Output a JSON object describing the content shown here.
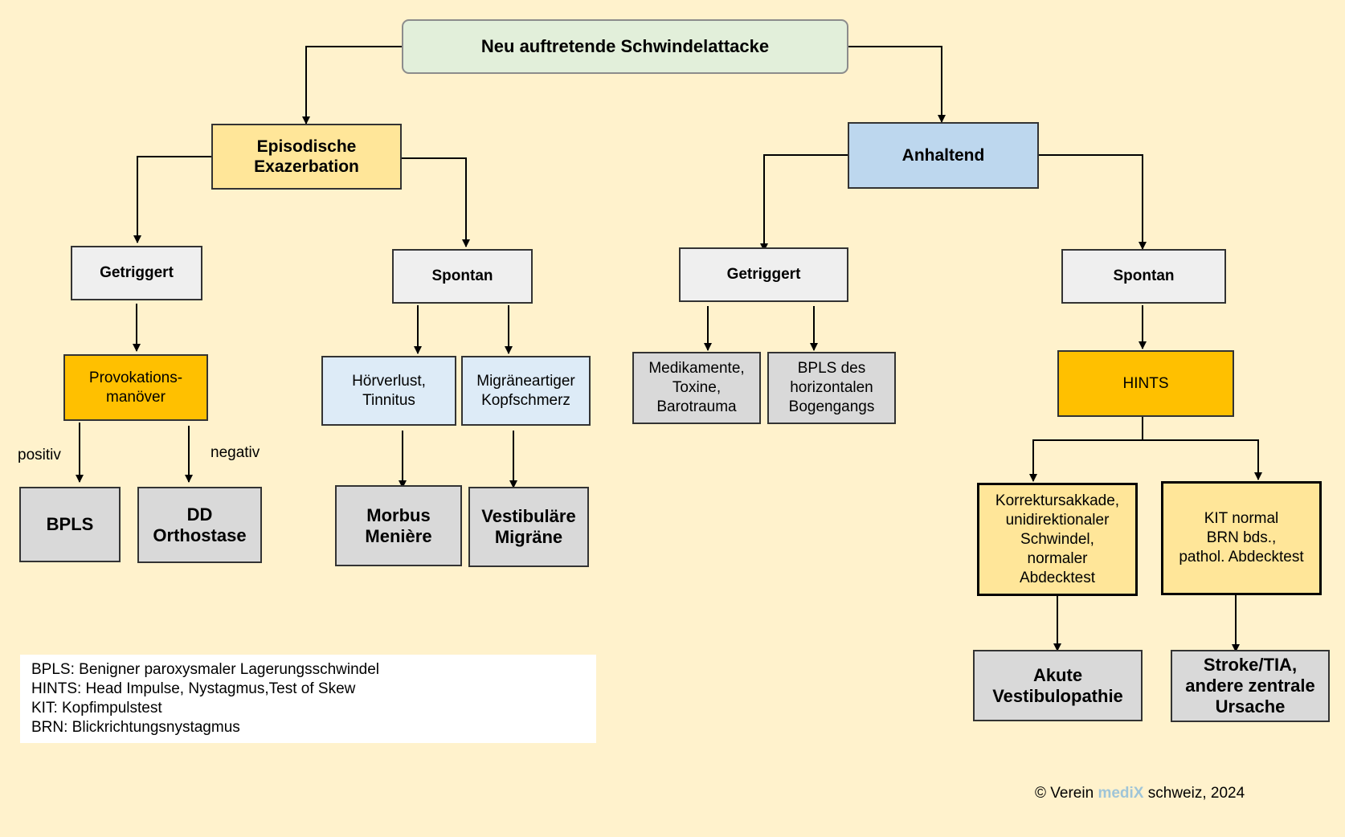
{
  "root": {
    "label": "Neu auftretende Schwindelattacke"
  },
  "branches": {
    "episodic": {
      "label": "Episodische\nExazerbation",
      "triggered": {
        "label": "Getriggert",
        "test": "Provokations-\nmanöver",
        "positive_label": "positiv",
        "negative_label": "negativ",
        "result_positive": "BPLS",
        "result_negative": "DD\nOrthostase"
      },
      "spontaneous": {
        "label": "Spontan",
        "symptom_hearing": "Hörverlust,\nTinnitus",
        "symptom_migraine": "Migräneartiger\nKopfschmerz",
        "result_meniere": "Morbus\nMenière",
        "result_migraine": "Vestibuläre\nMigräne"
      }
    },
    "persistent": {
      "label": "Anhaltend",
      "triggered": {
        "label": "Getriggert",
        "cause_drugs": "Medikamente,\nToxine,\nBarotrauma",
        "cause_bpls": "BPLS des\nhorizontalen\nBogengangs"
      },
      "spontaneous": {
        "label": "Spontan",
        "test": "HINTS",
        "finding_peripheral": "Korrektursakkade,\nunidirektionaler\nSchwindel,\nnormaler\nAbdecktest",
        "finding_central": "KIT normal\nBRN bds.,\npathol. Abdecktest",
        "result_peripheral": "Akute\nVestibulopathie",
        "result_central": "Stroke/TIA,\nandere zentrale\nUrsache"
      }
    }
  },
  "legend": [
    "BPLS: Benigner paroxysmaler Lagerungsschwindel",
    "HINTS: Head Impulse, Nystagmus,Test of Skew",
    "KIT: Kopfimpulstest",
    "BRN: Blickrichtungsnystagmus"
  ],
  "copyright": {
    "prefix": "© Verein ",
    "brand": "mediX",
    "suffix": " schweiz, 2024"
  },
  "colors": {
    "background": "#fff2cc",
    "root": "#e2efda",
    "episodic": "#ffe699",
    "persistent": "#bdd7ee",
    "test": "#ffc000",
    "symptom": "#ddebf7",
    "result": "#d9d9d9",
    "brand": "#9fc5d8"
  }
}
